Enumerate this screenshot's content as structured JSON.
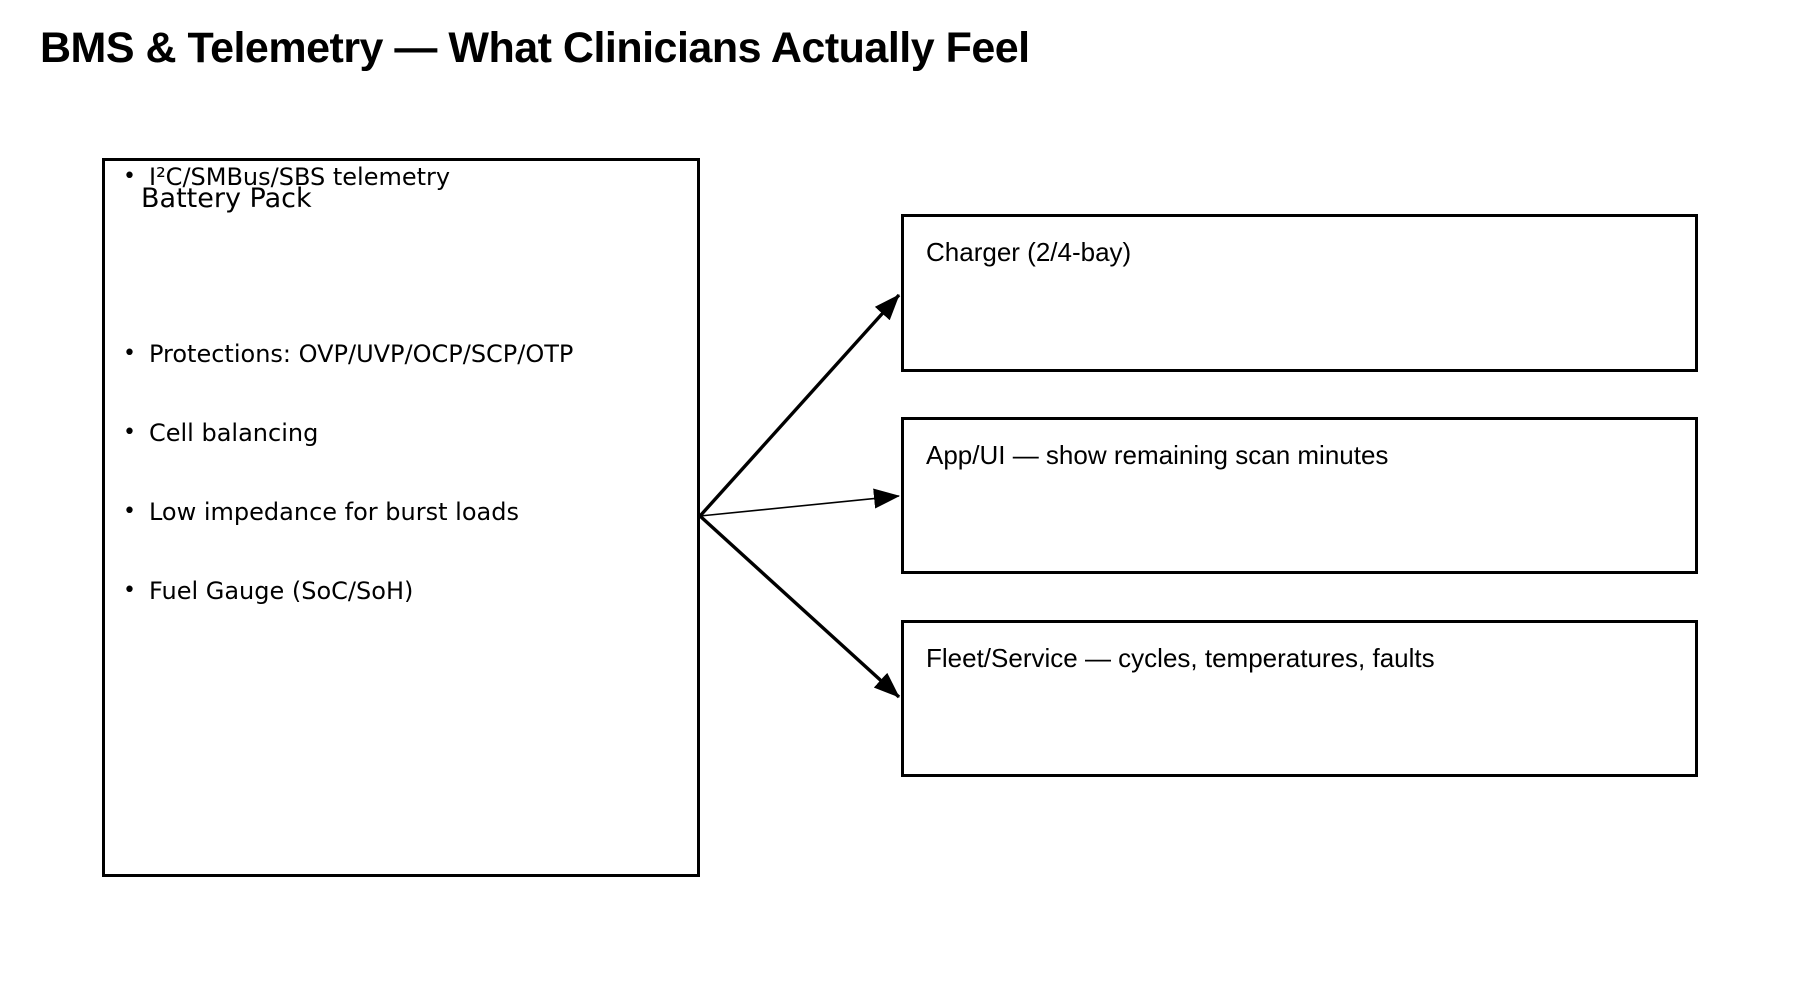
{
  "title": "BMS & Telemetry — What Clinicians Actually Feel",
  "diagram": {
    "bullet_char": "•",
    "source_box": {
      "title": "Battery Pack",
      "bullets": [
        "Protections: OVP/UVP/OCP/SCP/OTP",
        "Cell balancing",
        "Low impedance for burst loads",
        "Fuel Gauge (SoC/SoH)",
        "I²C/SMBus/SBS telemetry"
      ]
    },
    "target_boxes": [
      {
        "label": "Charger (2/4-bay)"
      },
      {
        "label": "App/UI — show remaining scan minutes"
      },
      {
        "label": "Fleet/Service — cycles, temperatures, faults"
      }
    ],
    "colors": {
      "line": "#000000",
      "text": "#000000",
      "background": "#ffffff"
    }
  }
}
